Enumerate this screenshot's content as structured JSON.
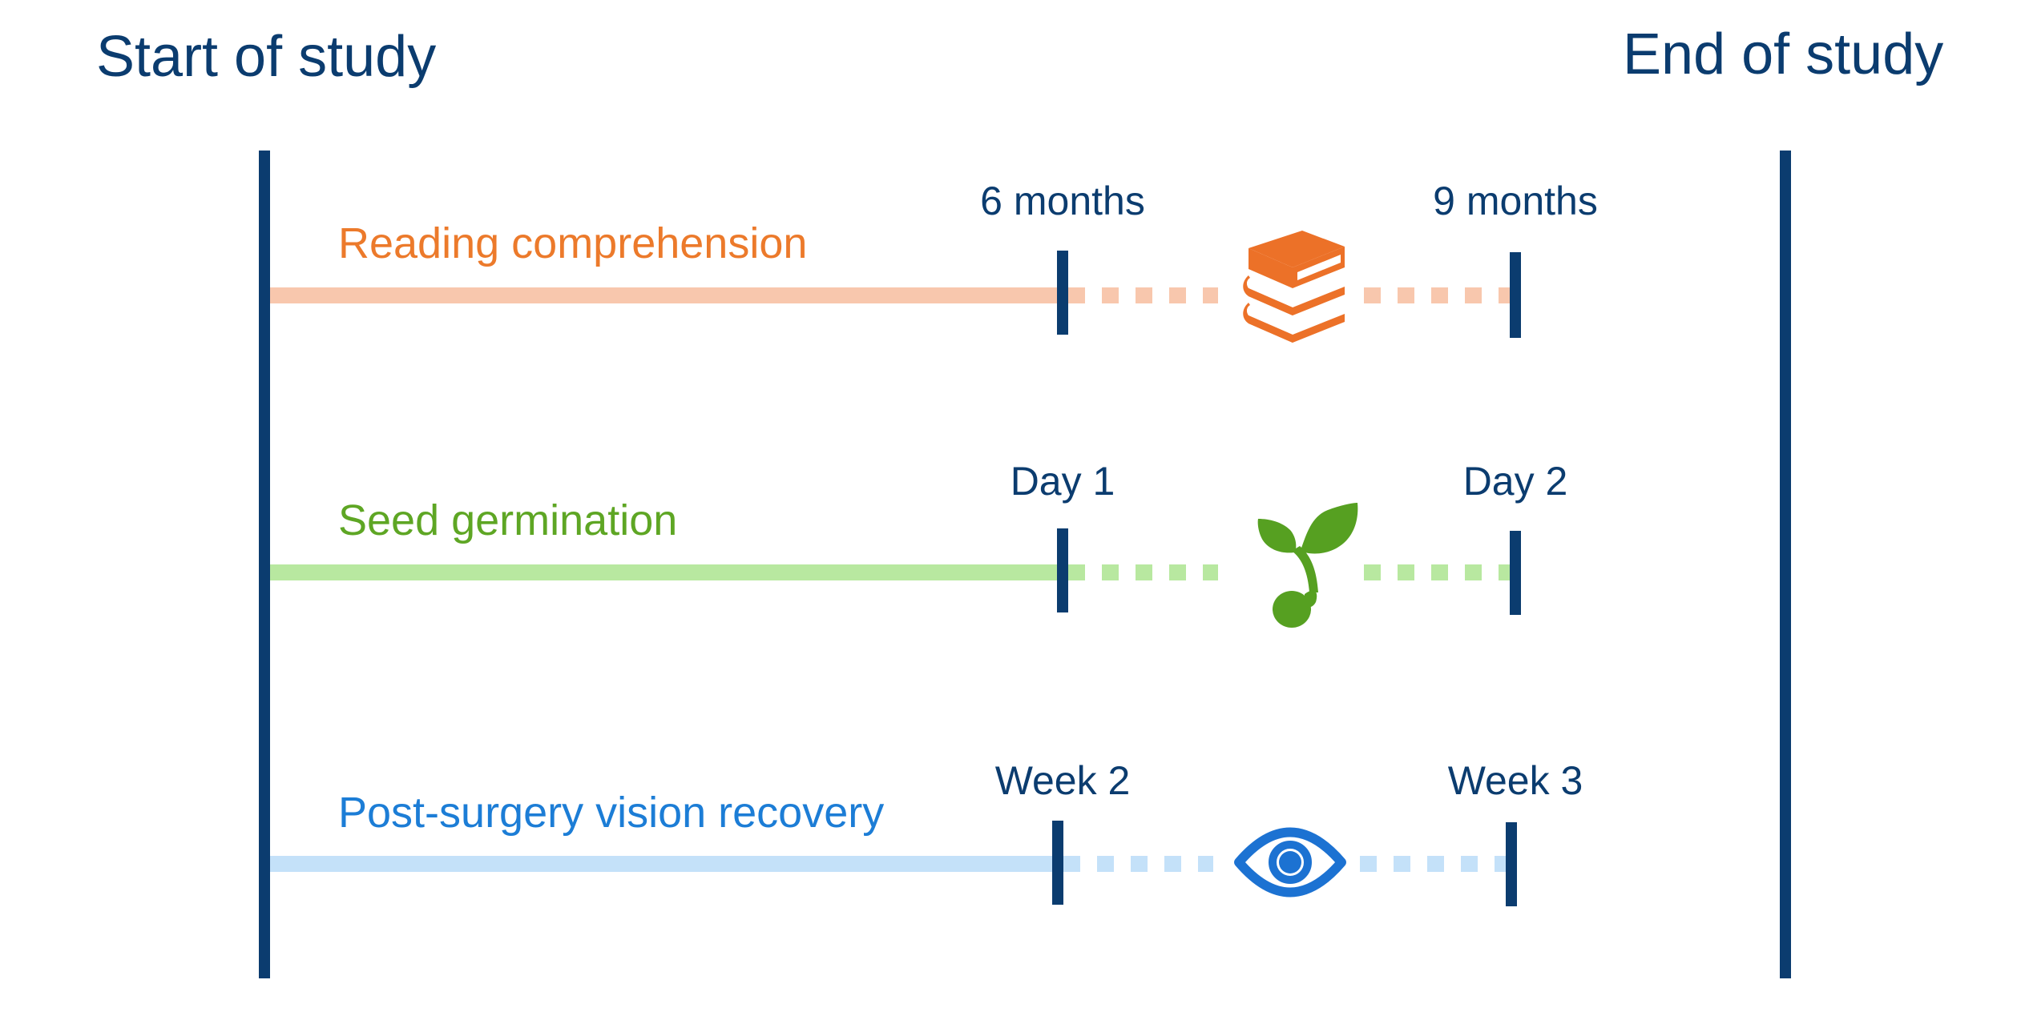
{
  "start_label": "Start of study",
  "end_label": "End of study",
  "colors": {
    "study_bounds": "#0b3c6f",
    "tick_text": "#0b3c6f"
  },
  "rows": [
    {
      "label": "Reading comprehension",
      "start_tick": "6 months",
      "end_tick": "9 months",
      "icon": "books-icon",
      "color_label": "#ec7a2b",
      "color_line": "#f8c7ad",
      "color_icon": "#ec7128"
    },
    {
      "label": "Seed germination",
      "start_tick": "Day 1",
      "end_tick": "Day 2",
      "icon": "seedling-icon",
      "color_label": "#5ea624",
      "color_line": "#b8e8a0",
      "color_icon": "#56a021"
    },
    {
      "label": "Post-surgery vision recovery",
      "start_tick": "Week 2",
      "end_tick": "Week 3",
      "icon": "eye-icon",
      "color_label": "#1c7dd6",
      "color_line": "#c4e1f9",
      "color_icon": "#1c72d2"
    }
  ]
}
